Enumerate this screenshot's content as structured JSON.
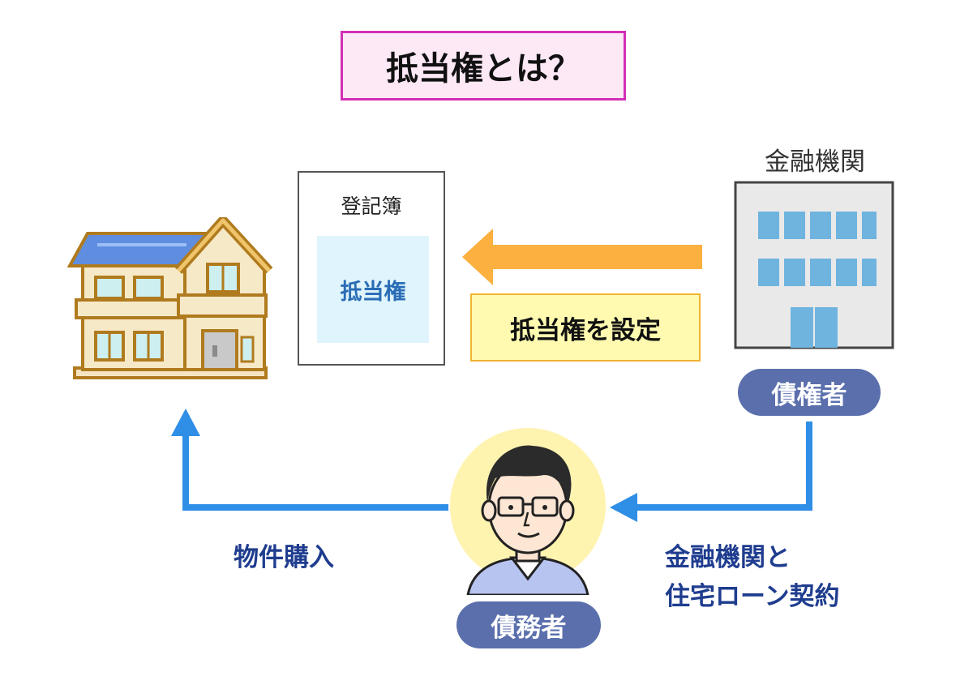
{
  "title": "抵当権とは？",
  "registry": {
    "title": "登記簿",
    "entry": "抵当権"
  },
  "setting_label": "抵当権を設定",
  "bank_label": "金融機関",
  "creditor_label": "債権者",
  "debtor_label": "債務者",
  "purchase_label": "物件購入",
  "contract_label": {
    "line1": "金融機関と",
    "line2": "住宅ローン契約"
  },
  "icons": [
    "house-icon",
    "bank-building-icon",
    "person-icon",
    "arrow-left-icon",
    "arrow-up-icon"
  ],
  "colors": {
    "title_border": "#d22fb6",
    "title_bg": "#fde8f6",
    "orange_arrow": "#fbb040",
    "blue_arrow": "#2f8ee6",
    "pill": "#5a6fac",
    "label_text": "#1f3d8f",
    "registry_entry": "#2a6db5"
  }
}
